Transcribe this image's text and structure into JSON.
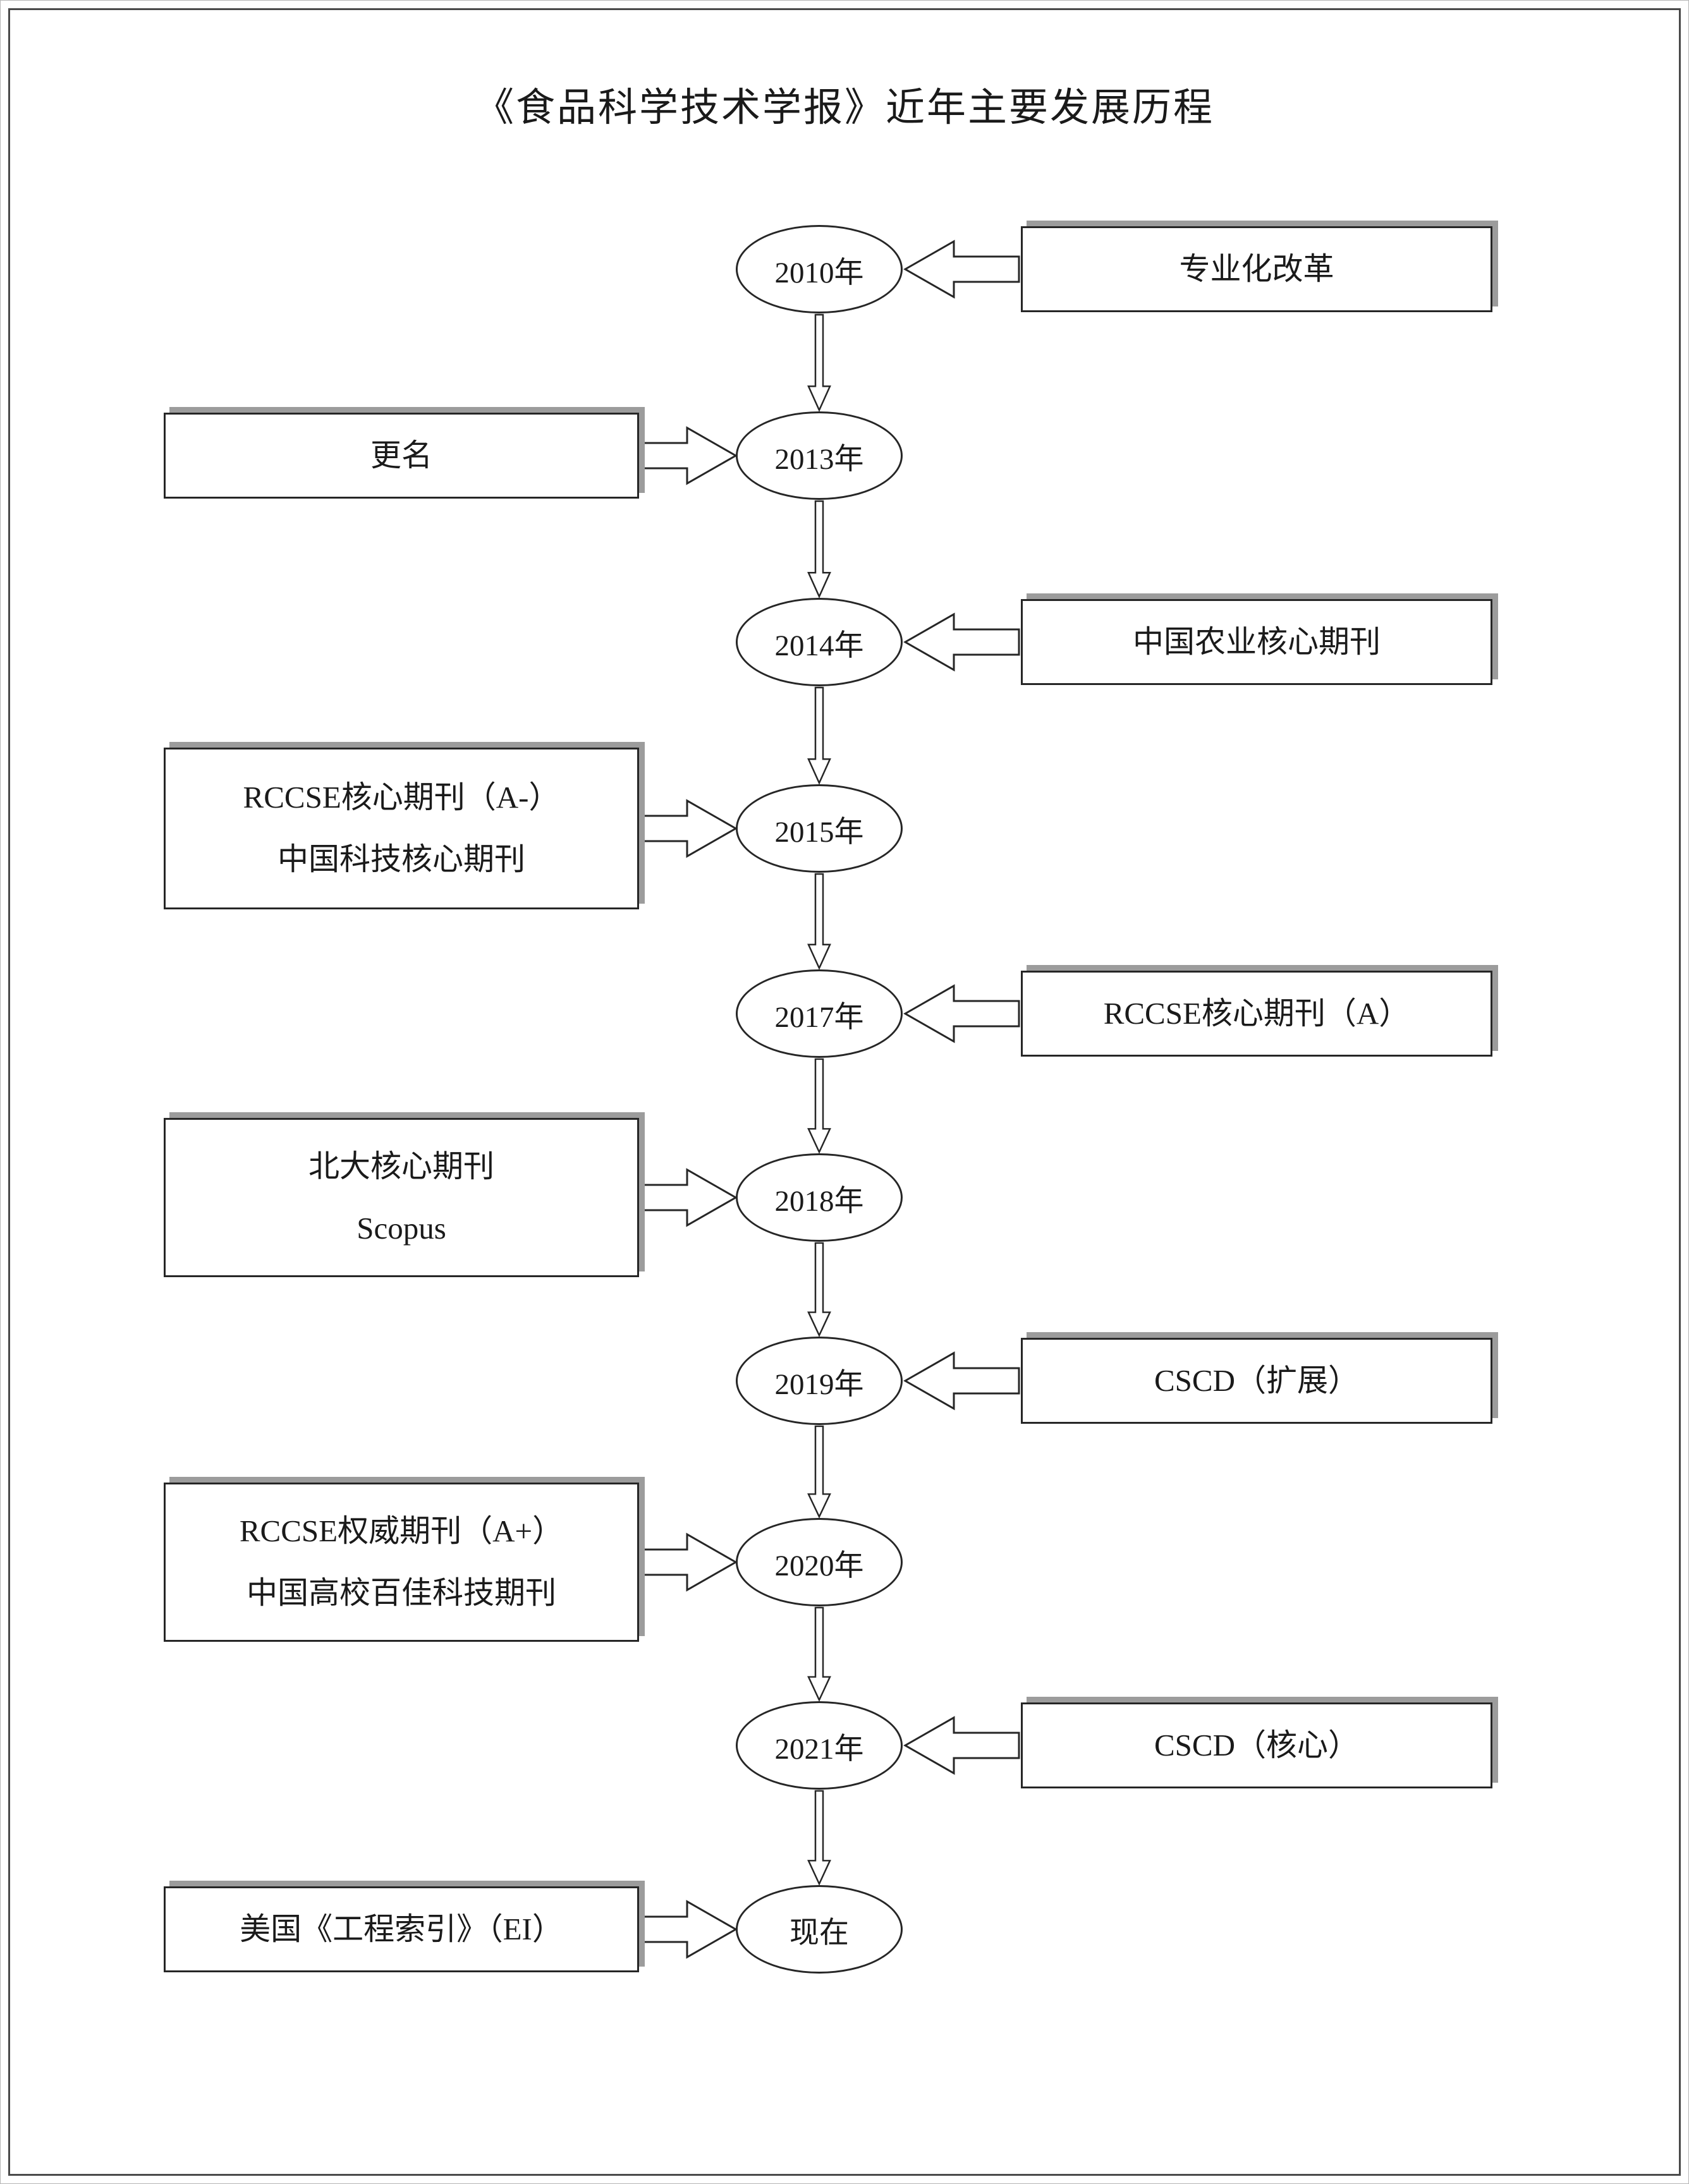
{
  "page": {
    "title": "《食品科学技术学报》近年主要发展历程"
  },
  "colors": {
    "outline": "#262626",
    "box_shadow": "#9c9c9c",
    "background": "#ffffff"
  },
  "timeline": {
    "nodes": [
      {
        "year": "2010年",
        "side": "right",
        "lines": [
          "专业化改革"
        ]
      },
      {
        "year": "2013年",
        "side": "left",
        "lines": [
          "更名"
        ]
      },
      {
        "year": "2014年",
        "side": "right",
        "lines": [
          "中国农业核心期刊"
        ]
      },
      {
        "year": "2015年",
        "side": "left",
        "lines": [
          "RCCSE核心期刊（A-）",
          "中国科技核心期刊"
        ]
      },
      {
        "year": "2017年",
        "side": "right",
        "lines": [
          "RCCSE核心期刊（A）"
        ]
      },
      {
        "year": "2018年",
        "side": "left",
        "lines": [
          "北大核心期刊",
          "Scopus"
        ]
      },
      {
        "year": "2019年",
        "side": "right",
        "lines": [
          "CSCD（扩展）"
        ]
      },
      {
        "year": "2020年",
        "side": "left",
        "lines": [
          "RCCSE权威期刊（A+）",
          "中国高校百佳科技期刊"
        ]
      },
      {
        "year": "2021年",
        "side": "right",
        "lines": [
          "CSCD（核心）"
        ]
      },
      {
        "year": "现在",
        "side": "left",
        "lines": [
          "美国《工程索引》（EI）"
        ]
      }
    ]
  }
}
